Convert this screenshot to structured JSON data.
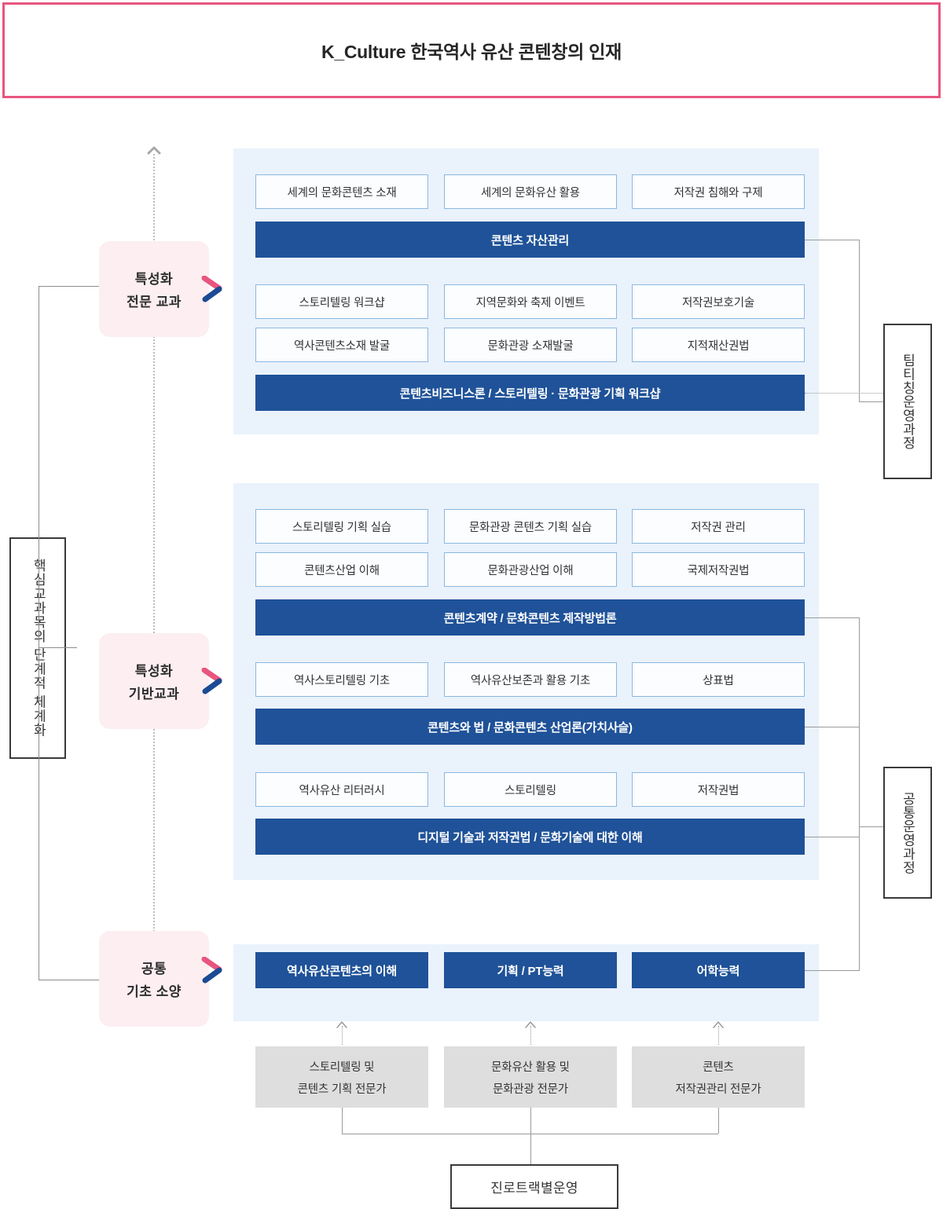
{
  "header": {
    "title": "K_Culture 한국역사 유산 콘텐창의 인재"
  },
  "left_axis": {
    "core_label": "핵심교과목의 단계적 체계화",
    "progress_arrow_icon": "chevron-up-icon"
  },
  "stages": [
    {
      "id": "specialized-pro",
      "line1": "특성화",
      "line2": "전문 교과",
      "chevron_icon": "chevron-right-icon"
    },
    {
      "id": "specialized-base",
      "line1": "특성화",
      "line2": "기반교과",
      "chevron_icon": "chevron-right-icon"
    },
    {
      "id": "common-basic",
      "line1": "공통",
      "line2": "기초 소양",
      "chevron_icon": "chevron-right-icon"
    }
  ],
  "panels": {
    "specialized_pro": {
      "rows": [
        {
          "type": "courses",
          "items": [
            "세계의 문화콘텐츠 소재",
            "세계의 문화유산 활용",
            "저작권 침해와 구제"
          ]
        },
        {
          "type": "bar",
          "label": "콘텐츠 자산관리"
        },
        {
          "type": "courses",
          "items": [
            "스토리텔링 워크샵",
            "지역문화와 축제 이벤트",
            "저작권보호기술"
          ]
        },
        {
          "type": "courses",
          "items": [
            "역사콘텐츠소재 발굴",
            "문화관광 소재발굴",
            "지적재산권법"
          ]
        },
        {
          "type": "bar",
          "label": "콘텐츠비즈니스론 / 스토리텔링 · 문화관광 기획 워크샵"
        }
      ]
    },
    "specialized_base": {
      "rows": [
        {
          "type": "courses",
          "items": [
            "스토리텔링 기획 실습",
            "문화관광 콘텐츠 기획 실습",
            "저작권 관리"
          ]
        },
        {
          "type": "courses",
          "items": [
            "콘텐츠산업 이해",
            "문화관광산업 이해",
            "국제저작권법"
          ]
        },
        {
          "type": "bar",
          "label": "콘텐츠계약 / 문화콘텐츠 제작방법론"
        },
        {
          "type": "courses",
          "items": [
            "역사스토리텔링 기초",
            "역사유산보존과 활용 기초",
            "상표법"
          ]
        },
        {
          "type": "bar",
          "label": "콘텐츠와 법 / 문화콘텐츠 산업론(가치사슬)"
        },
        {
          "type": "courses",
          "items": [
            "역사유산 리터러시",
            "스토리텔링",
            "저작권법"
          ]
        },
        {
          "type": "bar",
          "label": "디지털 기술과 저작권법 / 문화기술에 대한 이해"
        }
      ]
    },
    "common_basic": {
      "items": [
        "역사유산콘텐츠의 이해",
        "기획 / PT능력",
        "어학능력"
      ]
    }
  },
  "outcomes": [
    {
      "id": "team-teaching",
      "label": "팀티칭운영과정"
    },
    {
      "id": "common-operation",
      "label": "공통운영과정"
    }
  ],
  "career_tracks": [
    {
      "line1": "스토리텔링 및",
      "line2": "콘텐츠 기획 전문가"
    },
    {
      "line1": "문화유산 활용 및",
      "line2": "문화관광 전문가"
    },
    {
      "line1": "콘텐츠",
      "line2": "저작권관리 전문가"
    }
  ],
  "bottom_operation": {
    "label": "진로트랙별운영"
  },
  "colors": {
    "header_border": "#e8557f",
    "panel_bg": "#eaf2fc",
    "bar_blue": "#1f5298",
    "course_border": "#8bb8e0",
    "stage_pink": "#fceef1",
    "chevron_pink": "#e8557f",
    "chevron_blue": "#1b4b93",
    "track_gray": "#dedede",
    "connector_gray": "#9a9a9a"
  }
}
